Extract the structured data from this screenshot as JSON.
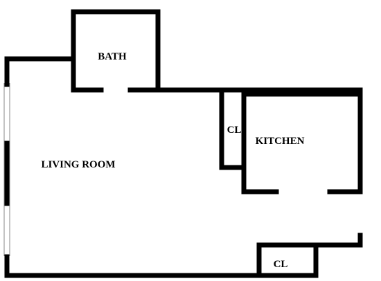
{
  "floor_plan": {
    "rooms": [
      {
        "id": "bath",
        "label": "BATH"
      },
      {
        "id": "living-room",
        "label": "LIVING ROOM"
      },
      {
        "id": "kitchen",
        "label": "KITCHEN"
      },
      {
        "id": "kitchen-closet",
        "label": "CL"
      },
      {
        "id": "bottom-closet",
        "label": "CL"
      }
    ],
    "colors": {
      "wall": "#000000",
      "window_frame": "#8a8a8a",
      "background": "#ffffff"
    }
  }
}
